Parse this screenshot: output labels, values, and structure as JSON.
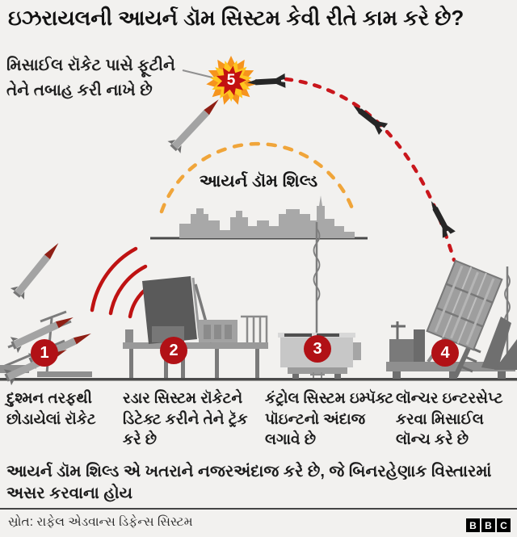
{
  "title": "ઇઝરાયલની આયર્ન ડૉમ સિસ્ટમ કેવી રીતે કામ કરે છે?",
  "annotation": {
    "text": "મિસાઈલ રૉકેટ પાસે ફૂટીને તેને તબાહ કરી નાખે છે"
  },
  "dome": {
    "label": "આયર્ન ડૉમ શિલ્ડ"
  },
  "steps": [
    {
      "number": "1",
      "label": "દુશ્મન તરફથી છોડાયેલાં રૉકેટ"
    },
    {
      "number": "2",
      "label": "રડાર સિસ્ટમ રૉકેટને ડિટેક્ટ કરીને તેને ટ્રૅક કરે છે"
    },
    {
      "number": "3",
      "label": "કંટ્રોલ સિસ્ટમ ઇમ્પૅક્ટ પૉઇન્ટનો અંદાજ લગાવે છે"
    },
    {
      "number": "4",
      "label": "લૉન્ચર ઇન્ટરસેપ્ટ કરવા મિસાઈલ લૉન્ચ કરે છે"
    },
    {
      "number": "5"
    }
  ],
  "note": "આયર્ન ડૉમ શિલ્ડ એ ખતરાને નજરઅંદાજ કરે છે, જે બિનરહેણાક વિસ્તારમાં અસર કરવાના હોય",
  "footer": {
    "source": "સ્રોત: રાફેલ એડવાન્સ ડિફેન્સ સિસ્ટમ",
    "logo_letters": [
      "B",
      "B",
      "C"
    ]
  },
  "icons": {
    "explosion": "explosion-star-icon",
    "enemy_rocket": "enemy-rocket-icon",
    "interceptor": "interceptor-missile-icon",
    "radar_waves": "radar-waves-icon",
    "city": "city-skyline-icon"
  },
  "colors": {
    "background": "#f2f1ef",
    "accent_red": "#b11116",
    "trajectory_red": "#c9161c",
    "dome_arc_orange": "#f0a53a",
    "explosion_outer": "#f6941d",
    "explosion_mid": "#ffc51f",
    "explosion_core": "#c31111",
    "skyline_gray": "#a8a8a8",
    "ground_gray": "#4a4a4a",
    "text_dark": "#1a1a1a"
  }
}
